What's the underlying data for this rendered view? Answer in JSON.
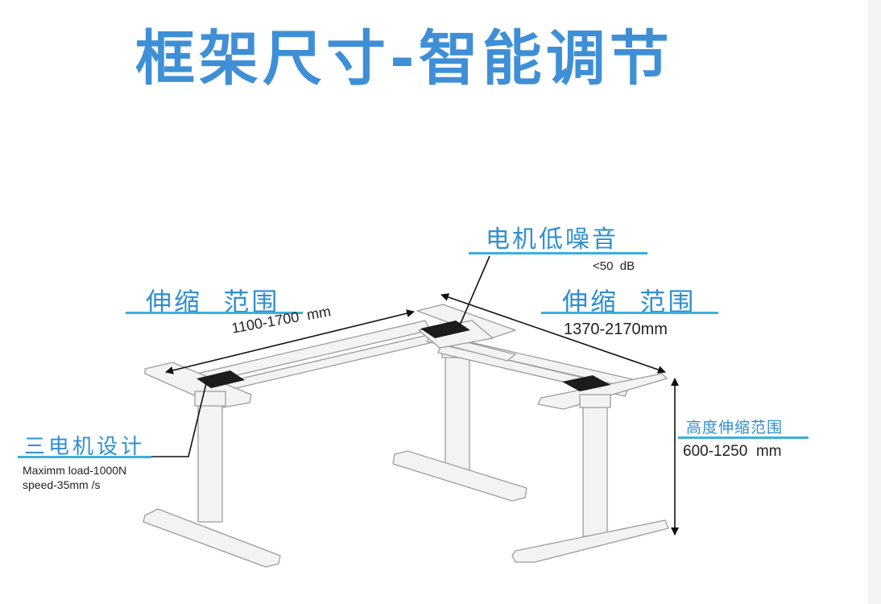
{
  "title": "框架尺寸-智能调节",
  "callouts": {
    "motor_noise": {
      "label": "电机低噪音",
      "value": "<50  dB"
    },
    "left_range": {
      "label": "伸缩  范围",
      "value": "1100-1700  mm"
    },
    "right_range": {
      "label": "伸缩  范围",
      "value": "1370-2170mm"
    },
    "height_range": {
      "label": "高度伸缩范围",
      "value": "600-1250  mm"
    },
    "three_motor": {
      "label": "三电机设计",
      "load": "Maximm load-1000N",
      "speed": "speed-35mm /s"
    }
  },
  "colors": {
    "title": "#3f8fd6",
    "label": "#2f8fd0",
    "underline": "#3ab0dc",
    "frame": "#f1f1f1",
    "frame_edge": "#9a9a9a"
  }
}
